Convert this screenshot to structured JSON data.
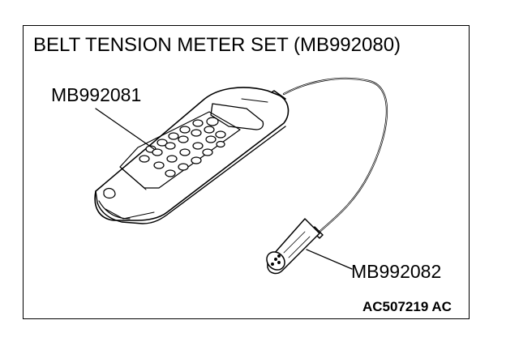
{
  "title": "BELT TENSION METER SET (MB992080)",
  "parts": {
    "meter_label": "MB992081",
    "sensor_label": "MB992082"
  },
  "figure_code": "AC507219 AC"
}
